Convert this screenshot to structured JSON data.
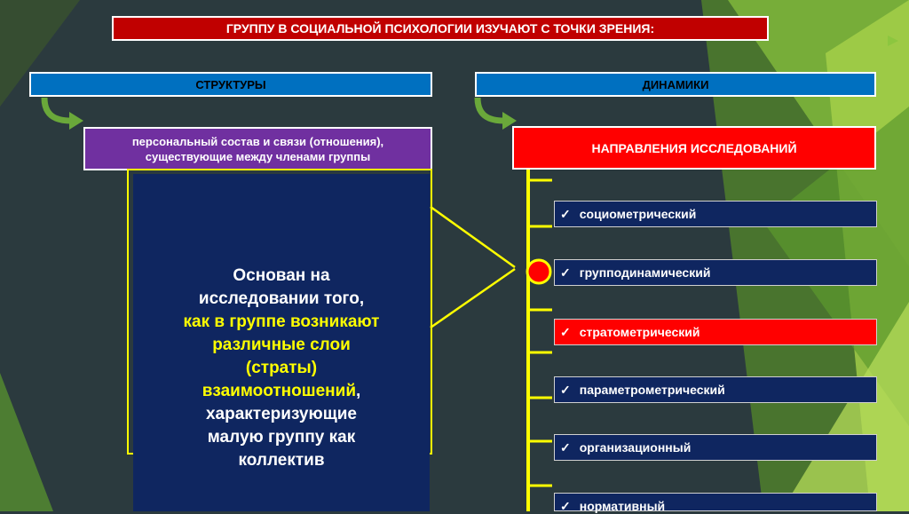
{
  "header": {
    "title": "ГРУППУ В СОЦИАЛЬНОЙ ПСИХОЛОГИИ ИЗУЧАЮТ С ТОЧКИ ЗРЕНИЯ:"
  },
  "left": {
    "heading": "СТРУКТУРЫ",
    "definition_line1": "персональный состав и связи (отношения),",
    "definition_line2": "существующие между членами группы"
  },
  "right": {
    "heading": "ДИНАМИКИ",
    "subheading": "НАПРАВЛЕНИЯ ИССЛЕДОВАНИЙ",
    "items": [
      "социометрический",
      "групподинамический",
      "стратометрический",
      "параметрометрический",
      "организационный",
      "нормативный"
    ],
    "highlighted_item": "стратометрический"
  },
  "callout": {
    "line1": "Основан на",
    "line2": "исследовании того,",
    "line3": "как в группе возникают",
    "line4": "различные слои",
    "line5": "(страты)",
    "line6": "взаимоотношений",
    "line6_suffix": ",",
    "line7": "характеризующие",
    "line8": "малую группу как",
    "line9": "коллектив"
  },
  "icons": [
    "check-icon",
    "curved-arrow-icon",
    "circle-marker-icon"
  ],
  "colors": {
    "background": "#2b3a3e",
    "title_red": "#c00000",
    "heading_blue": "#0070c0",
    "definition_purple": "#7030a0",
    "navy": "#0f2660",
    "highlight_red": "#ff0000",
    "accent_yellow": "#ffff00",
    "green": "#6aa83a"
  }
}
